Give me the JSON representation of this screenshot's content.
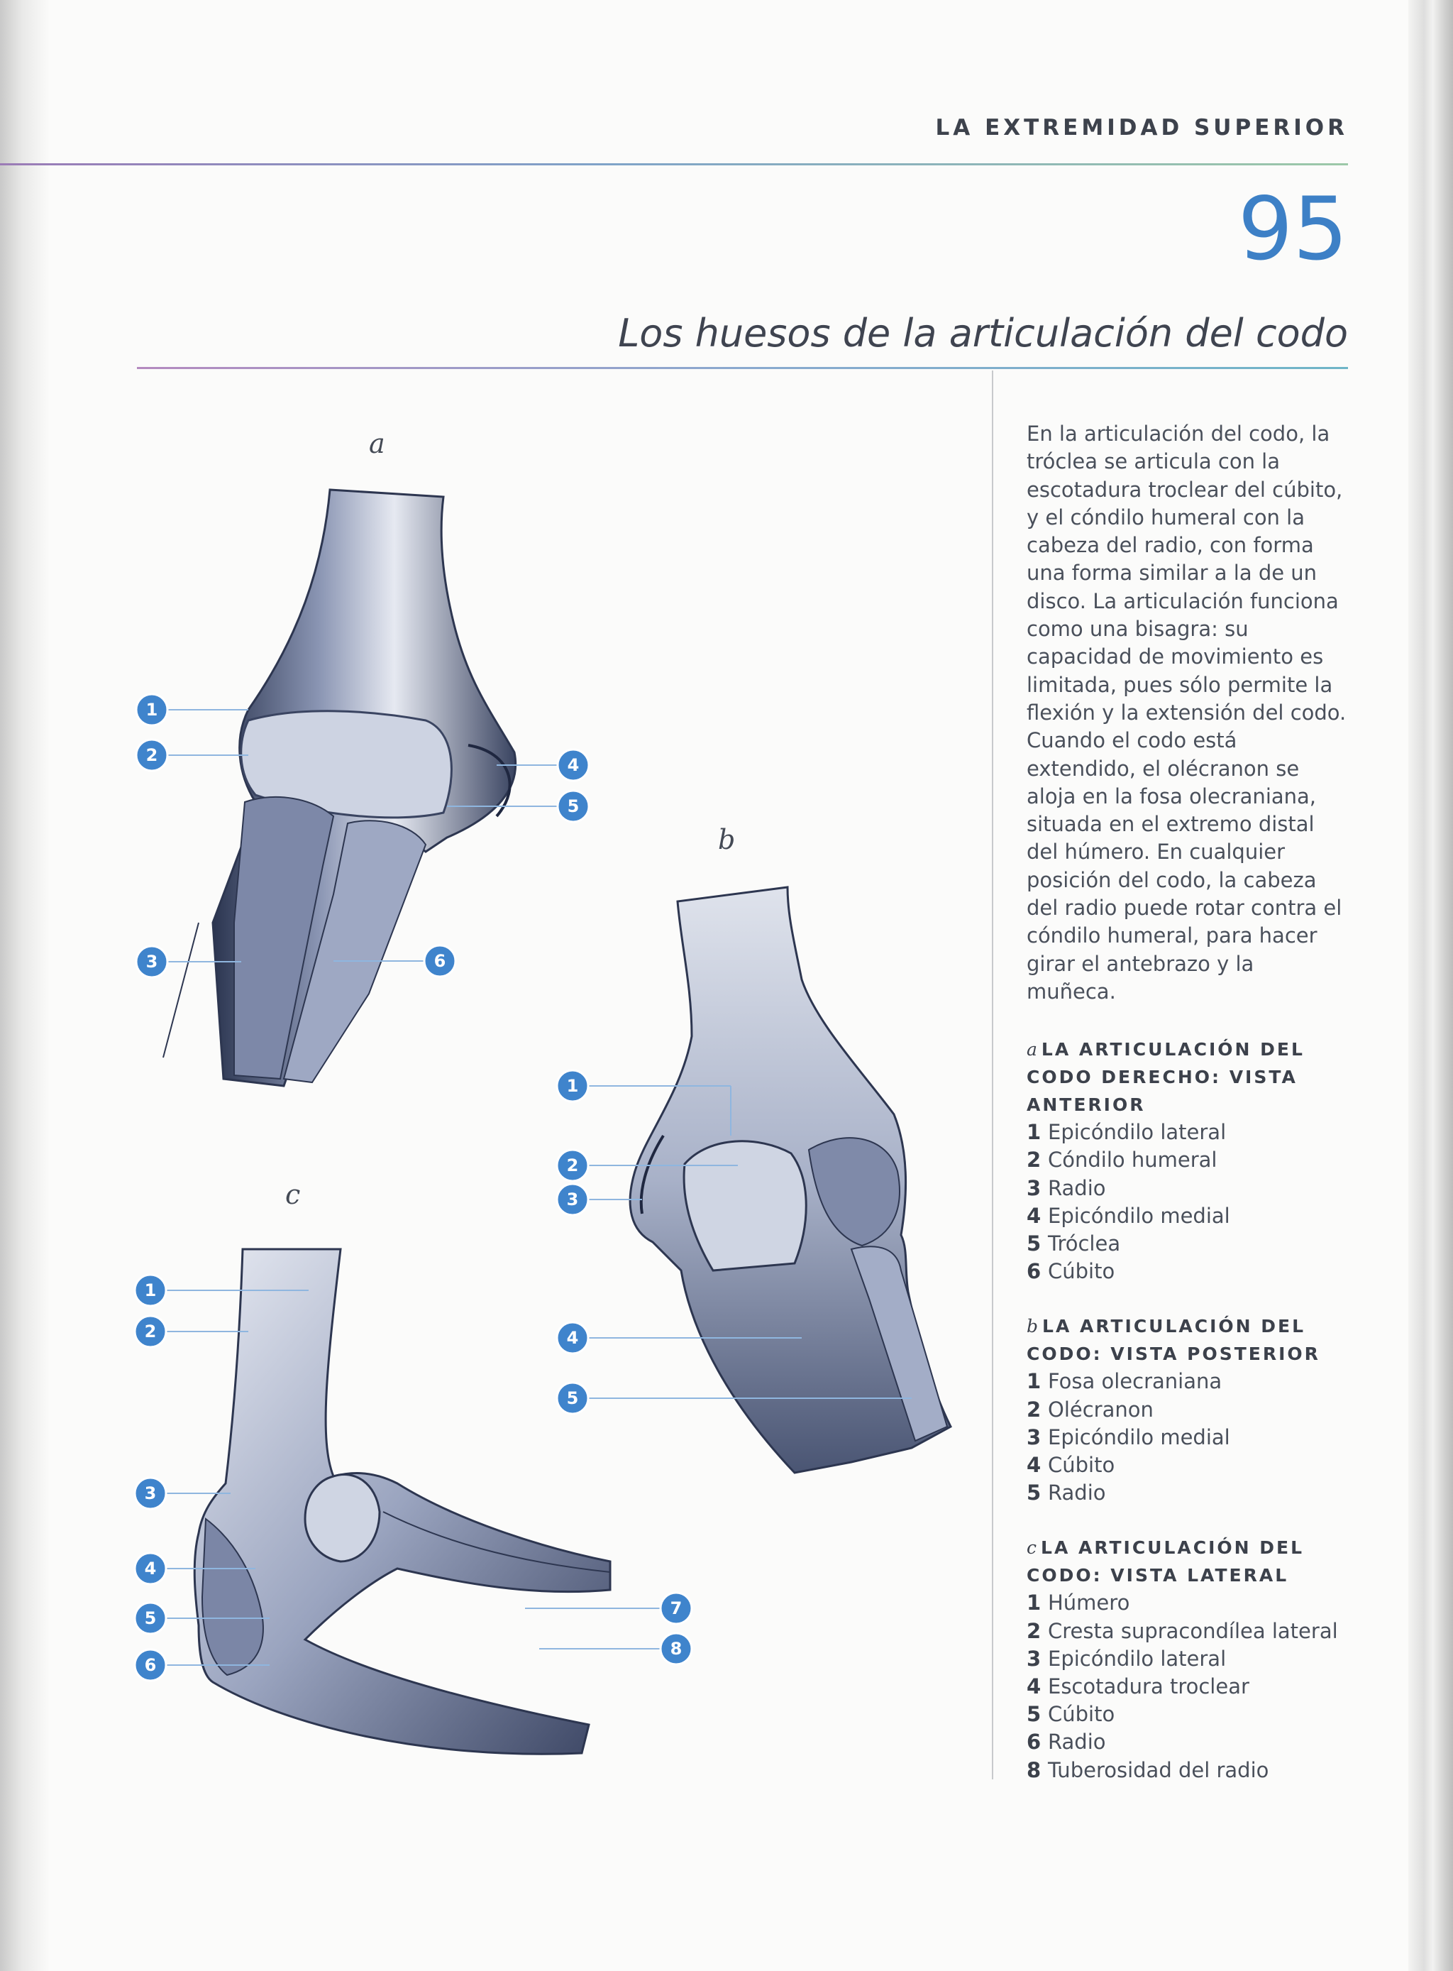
{
  "header": {
    "section": "LA EXTREMIDAD SUPERIOR",
    "page_number": "95",
    "title": "Los huesos de la articulación del codo"
  },
  "figures": {
    "a": {
      "letter": "a",
      "callouts": [
        "1",
        "2",
        "3",
        "4",
        "5",
        "6"
      ]
    },
    "b": {
      "letter": "b",
      "callouts": [
        "1",
        "2",
        "3",
        "4",
        "5"
      ]
    },
    "c": {
      "letter": "c",
      "callouts": [
        "1",
        "2",
        "3",
        "4",
        "5",
        "6",
        "7",
        "8"
      ]
    }
  },
  "intro_text": "En la articulación del codo, la tróclea se articula con la escotadura troclear del cúbito, y el cóndilo humeral con la cabeza del radio, con forma una forma similar a la de un disco. La articulación funciona como una bisagra: su capacidad de movimiento es limitada, pues sólo permite la flexión y la extensión del codo. Cuando el codo está extendido, el olécranon se aloja en la fosa olecraniana, situada en el extremo distal del húmero. En cualquier posición del codo, la cabeza del radio puede rotar contra el cóndilo humeral, para hacer girar el antebrazo y la muñeca.",
  "legends": [
    {
      "tag": "a",
      "heading": "LA ARTICULACIÓN DEL CODO DERECHO: VISTA ANTERIOR",
      "items": [
        {
          "num": "1",
          "label": "Epicóndilo lateral"
        },
        {
          "num": "2",
          "label": "Cóndilo humeral"
        },
        {
          "num": "3",
          "label": "Radio"
        },
        {
          "num": "4",
          "label": "Epicóndilo medial"
        },
        {
          "num": "5",
          "label": "Tróclea"
        },
        {
          "num": "6",
          "label": "Cúbito"
        }
      ]
    },
    {
      "tag": "b",
      "heading": "LA ARTICULACIÓN DEL CODO: VISTA POSTERIOR",
      "items": [
        {
          "num": "1",
          "label": "Fosa olecraniana"
        },
        {
          "num": "2",
          "label": "Olécranon"
        },
        {
          "num": "3",
          "label": "Epicóndilo medial"
        },
        {
          "num": "4",
          "label": "Cúbito"
        },
        {
          "num": "5",
          "label": "Radio"
        }
      ]
    },
    {
      "tag": "c",
      "heading": "LA ARTICULACIÓN DEL CODO: VISTA LATERAL",
      "items": [
        {
          "num": "1",
          "label": "Húmero"
        },
        {
          "num": "2",
          "label": "Cresta supracondílea lateral"
        },
        {
          "num": "3",
          "label": "Epicóndilo lateral"
        },
        {
          "num": "4",
          "label": "Escotadura troclear"
        },
        {
          "num": "5",
          "label": "Cúbito"
        },
        {
          "num": "6",
          "label": "Radio"
        },
        {
          "num": "8",
          "label": "Tuberosidad del radio"
        }
      ]
    }
  ]
}
